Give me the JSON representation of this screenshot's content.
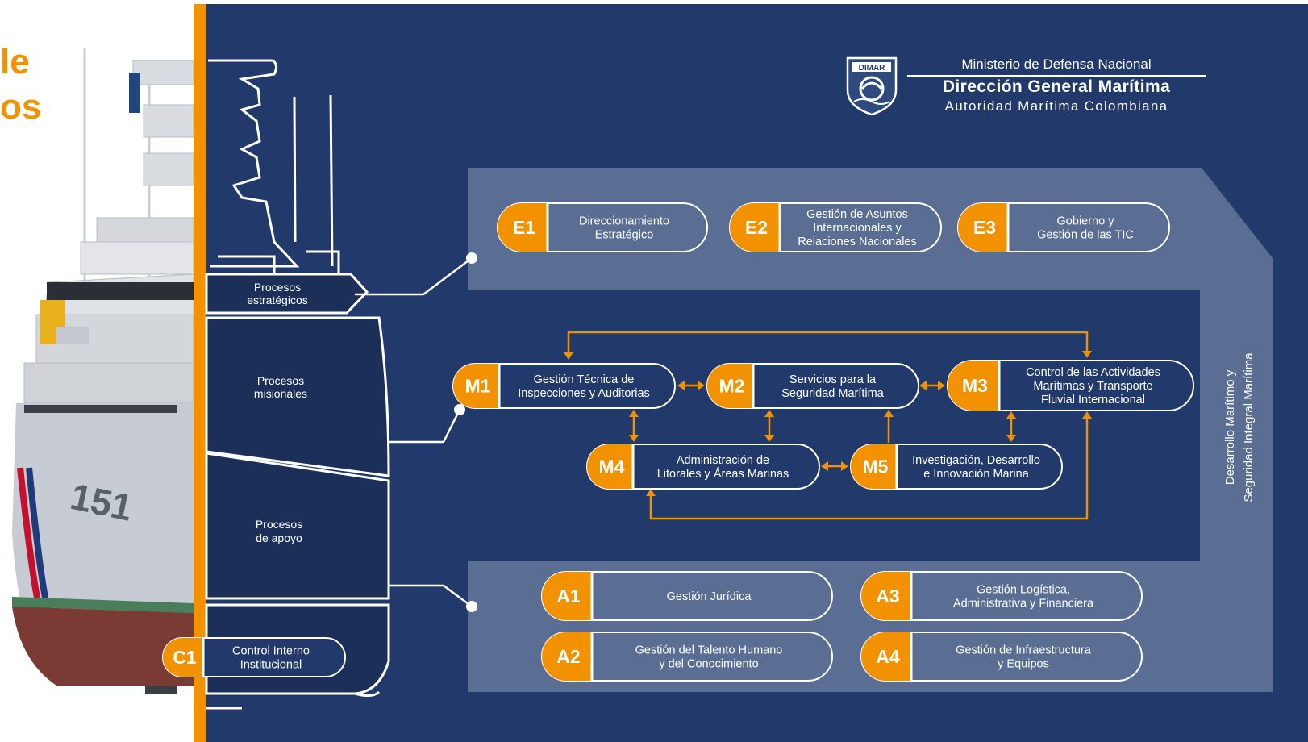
{
  "title_fragments": [
    "le",
    "os"
  ],
  "header": {
    "ministry": "Ministerio de Defensa Nacional",
    "dimar": "Dirección General Marítima",
    "authority": "Autoridad Marítima Colombiana",
    "logo_text": "DIMAR"
  },
  "ship": {
    "hull_number": "151"
  },
  "tower_labels": {
    "strategic": [
      "Procesos",
      "estratégicos"
    ],
    "missional": [
      "Procesos",
      "misionales"
    ],
    "support": [
      "Procesos",
      "de apoyo"
    ]
  },
  "side_label": [
    "Desarrollo Marítimo  y",
    "Seguridad Integral  Marítima"
  ],
  "processes": [
    {
      "code": "E1",
      "lines": [
        "Direccionamiento",
        "Estratégico"
      ]
    },
    {
      "code": "E2",
      "lines": [
        "Gestión de Asuntos",
        "Internacionales y",
        "Relaciones Nacionales"
      ]
    },
    {
      "code": "E3",
      "lines": [
        "Gobierno y",
        "Gestión de las TIC"
      ]
    },
    {
      "code": "M1",
      "lines": [
        "Gestión Técnica de",
        "Inspecciones y Auditorias"
      ]
    },
    {
      "code": "M2",
      "lines": [
        "Servicios para la",
        "Seguridad Marítima"
      ]
    },
    {
      "code": "M3",
      "lines": [
        "Control de las Actividades",
        "Marítimas y Transporte",
        "Fluvial Internacional"
      ]
    },
    {
      "code": "M4",
      "lines": [
        "Administración de",
        "Litorales y Áreas Marinas"
      ]
    },
    {
      "code": "M5",
      "lines": [
        "Investigación, Desarrollo",
        "e Innovación Marina"
      ]
    },
    {
      "code": "A1",
      "lines": [
        "Gestión Jurídica"
      ]
    },
    {
      "code": "A2",
      "lines": [
        "Gestión del Talento Humano",
        "y del Conocimiento"
      ]
    },
    {
      "code": "A3",
      "lines": [
        "Gestión Logística,",
        "Administrativa y Financiera"
      ]
    },
    {
      "code": "A4",
      "lines": [
        "Gestión de Infraestructura",
        "y Equipos"
      ]
    },
    {
      "code": "C1",
      "lines": [
        "Control Interno",
        "Institucional"
      ]
    }
  ],
  "colors": {
    "navy": "#223a6b",
    "orange": "#f39200",
    "panel": "#5a6d92",
    "tower_fill": "#1b2f58",
    "white": "#ffffff"
  }
}
